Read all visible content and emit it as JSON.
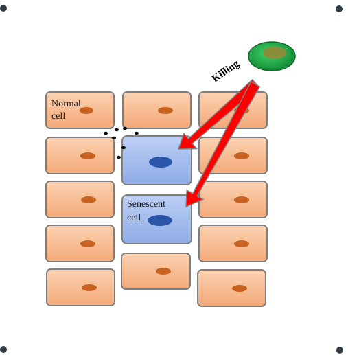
{
  "labels": {
    "normal_line1": "Normal",
    "normal_line2": "cell",
    "senescent_line1": "Senescent",
    "senescent_line2": "cell",
    "killing": "Killing"
  },
  "colors": {
    "normal_fill": "#f7be94",
    "normal_nucleus": "#c8621f",
    "senescent_fill": "#a7bfee",
    "senescent_nucleus": "#2a55a8",
    "killer_cell": "#1fb14a",
    "killer_nucleus": "#8a8e3a",
    "arrow": "#ff0000"
  },
  "icons": {
    "killer_cell": "green-immune-cell-icon",
    "corner_marker": "corner-dot-icon"
  }
}
